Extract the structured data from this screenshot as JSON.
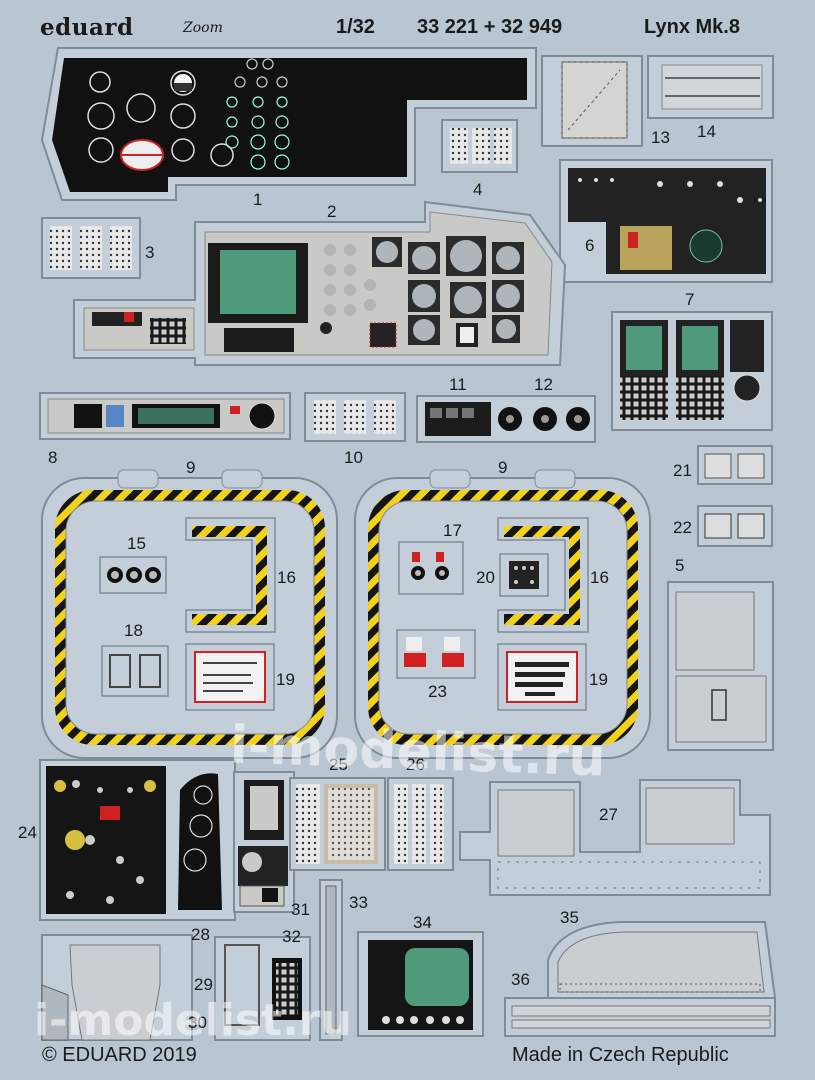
{
  "header": {
    "brand": "eduard",
    "zoom_mark": "Zoom",
    "scale": "1/32",
    "set_numbers": "33 221 + 32 949",
    "model": "Lynx Mk.8"
  },
  "footer": {
    "copyright": "© EDUARD 2019",
    "origin": "Made in Czech Republic"
  },
  "watermarks": [
    "i-modelist.ru",
    "i-modelist.ru"
  ],
  "part_numbers": {
    "p1": "1",
    "p2": "2",
    "p3": "3",
    "p4": "4",
    "p5": "5",
    "p6": "6",
    "p7": "7",
    "p8": "8",
    "p9a": "9",
    "p9b": "9",
    "p10": "10",
    "p11": "11",
    "p12": "12",
    "p13": "13",
    "p14": "14",
    "p15": "15",
    "p16a": "16",
    "p16b": "16",
    "p17": "17",
    "p18": "18",
    "p19a": "19",
    "p19b": "19",
    "p20": "20",
    "p21": "21",
    "p22": "22",
    "p23": "23",
    "p24": "24",
    "p25": "25",
    "p26": "26",
    "p27": "27",
    "p28": "28",
    "p29": "29",
    "p30": "30",
    "p31": "31",
    "p32": "32",
    "p33": "33",
    "p34": "34",
    "p35": "35",
    "p36": "36"
  },
  "colors": {
    "sheet": "#b9c6d1",
    "part_fill": "#c3ced8",
    "part_edge": "#7f8c97",
    "panel_black": "#111111",
    "panel_grey": "#c9c9c6",
    "screen_green": "#4f9a7a",
    "hazard_yellow": "#f2d21a",
    "warning_red": "#d02020"
  }
}
